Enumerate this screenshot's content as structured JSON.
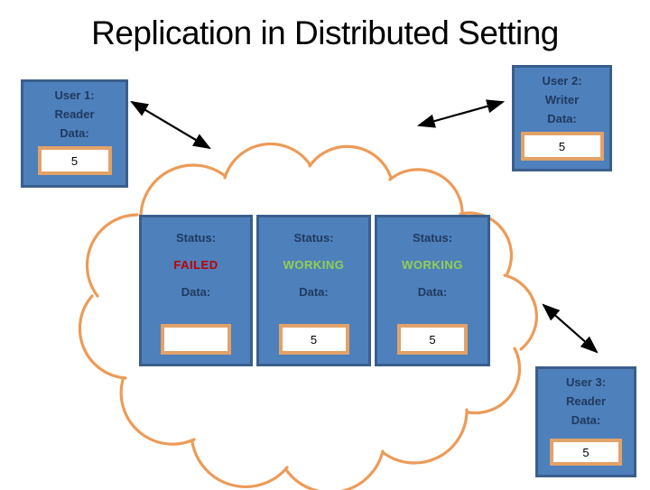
{
  "title": "Replication in Distributed Setting",
  "colors": {
    "box_fill": "#4E80BC",
    "box_border": "#3A5E8C",
    "label_text": "#1F3A60",
    "databox_border": "#E2A268",
    "cloud_stroke": "#EC9B58",
    "arrow": "#000000",
    "status_failed": "#C00000",
    "status_working": "#92D050"
  },
  "users": [
    {
      "name_line": "User 1:",
      "role_line": "Reader",
      "data_label": "Data:",
      "value": "5"
    },
    {
      "name_line": "User 2:",
      "role_line": "Writer",
      "data_label": "Data:",
      "value": "5"
    },
    {
      "name_line": "User 3:",
      "role_line": "Reader",
      "data_label": "Data:",
      "value": "5"
    }
  ],
  "servers": [
    {
      "status_label": "Status:",
      "status": "FAILED",
      "status_color": "#C00000",
      "data_label": "Data:",
      "value": ""
    },
    {
      "status_label": "Status:",
      "status": "WORKING",
      "status_color": "#92D050",
      "data_label": "Data:",
      "value": "5"
    },
    {
      "status_label": "Status:",
      "status": "WORKING",
      "status_color": "#92D050",
      "data_label": "Data:",
      "value": "5"
    }
  ]
}
